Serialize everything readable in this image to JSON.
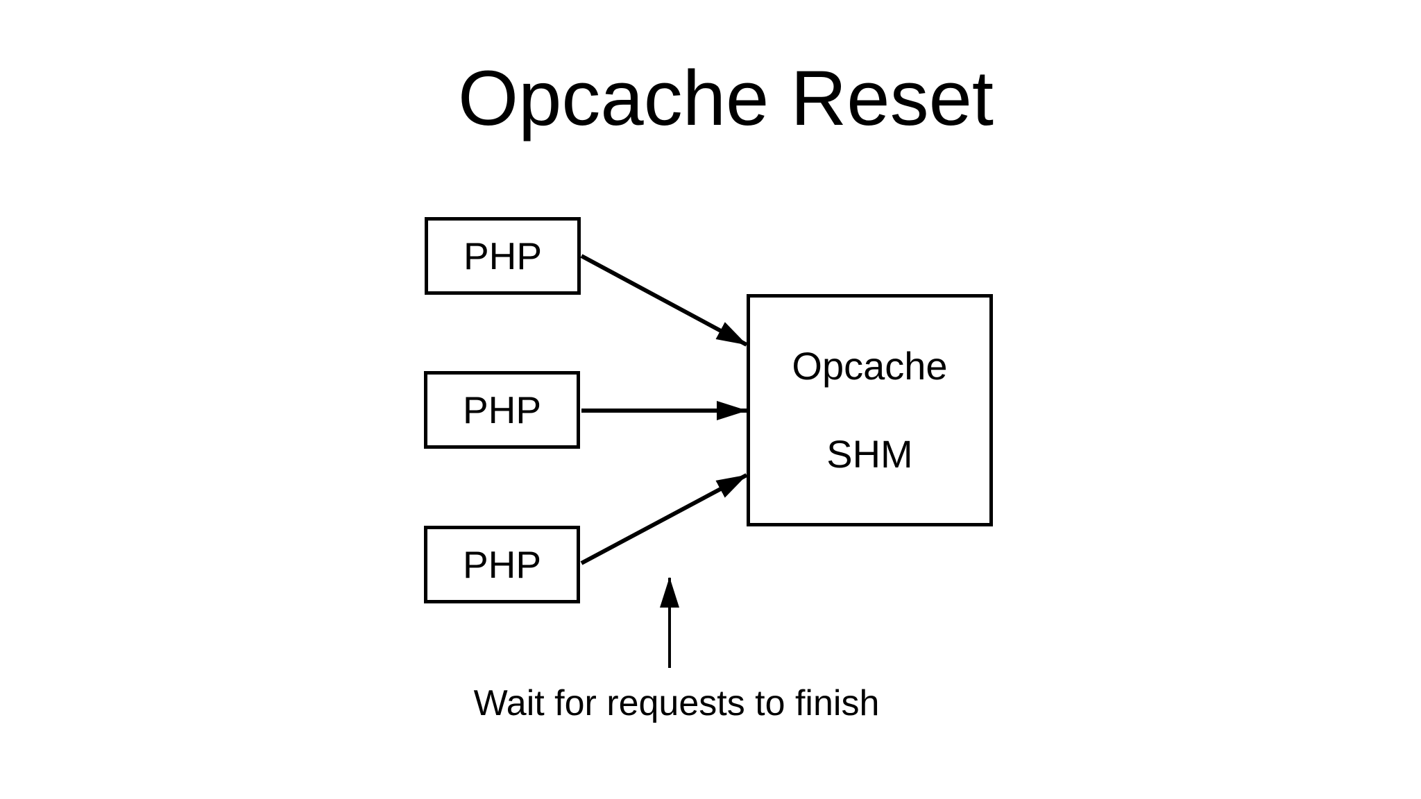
{
  "page": {
    "background": "#ffffff",
    "ink": "#000000"
  },
  "diagram": {
    "title": "Opcache Reset",
    "nodes": {
      "php_1": {
        "label": "PHP"
      },
      "php_2": {
        "label": "PHP"
      },
      "php_3": {
        "label": "PHP"
      },
      "shm": {
        "line1": "Opcache",
        "line2": "SHM"
      }
    },
    "annotation": {
      "label": "Wait for requests to finish"
    },
    "arrows": [
      {
        "name": "arrow-php1-to-shm"
      },
      {
        "name": "arrow-php2-to-shm"
      },
      {
        "name": "arrow-php3-to-shm"
      },
      {
        "name": "arrow-wait-up"
      }
    ]
  }
}
